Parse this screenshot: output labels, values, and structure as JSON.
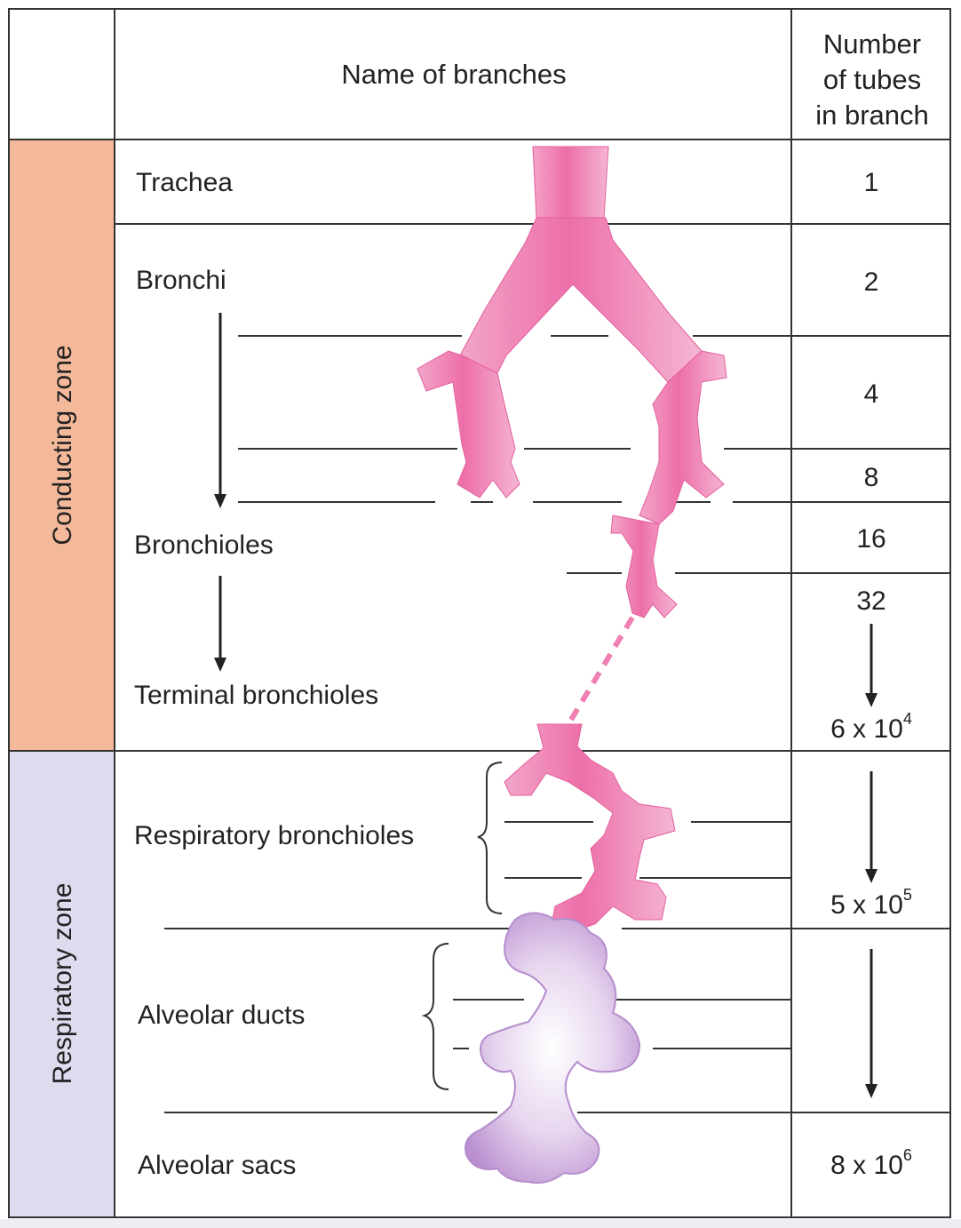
{
  "header": {
    "branch_col": "Name of branches",
    "count_col_lines": [
      "Number",
      "of tubes",
      "in branch"
    ]
  },
  "zones": {
    "conducting": {
      "label": "Conducting zone",
      "color": "#f4b99b"
    },
    "respiratory": {
      "label": "Respiratory zone",
      "color": "#dcdcee"
    }
  },
  "branches": {
    "trachea": "Trachea",
    "bronchi": "Bronchi",
    "bronchioles": "Bronchioles",
    "terminal": "Terminal bronchioles",
    "respiratory": "Respiratory bronchioles",
    "ducts": "Alveolar ducts",
    "sacs": "Alveolar sacs"
  },
  "counts": {
    "c1": "1",
    "c2": "2",
    "c4": "4",
    "c8": "8",
    "c16": "16",
    "c32": "32",
    "terminal": {
      "base": "6 x 10",
      "exp": "4"
    },
    "respiratory": {
      "base": "5 x 10",
      "exp": "5"
    },
    "sacs": {
      "base": "8 x 10",
      "exp": "6"
    }
  },
  "colors": {
    "airway_pink": "#f07fb4",
    "alveoli_lavender": "#c8a6d9"
  }
}
